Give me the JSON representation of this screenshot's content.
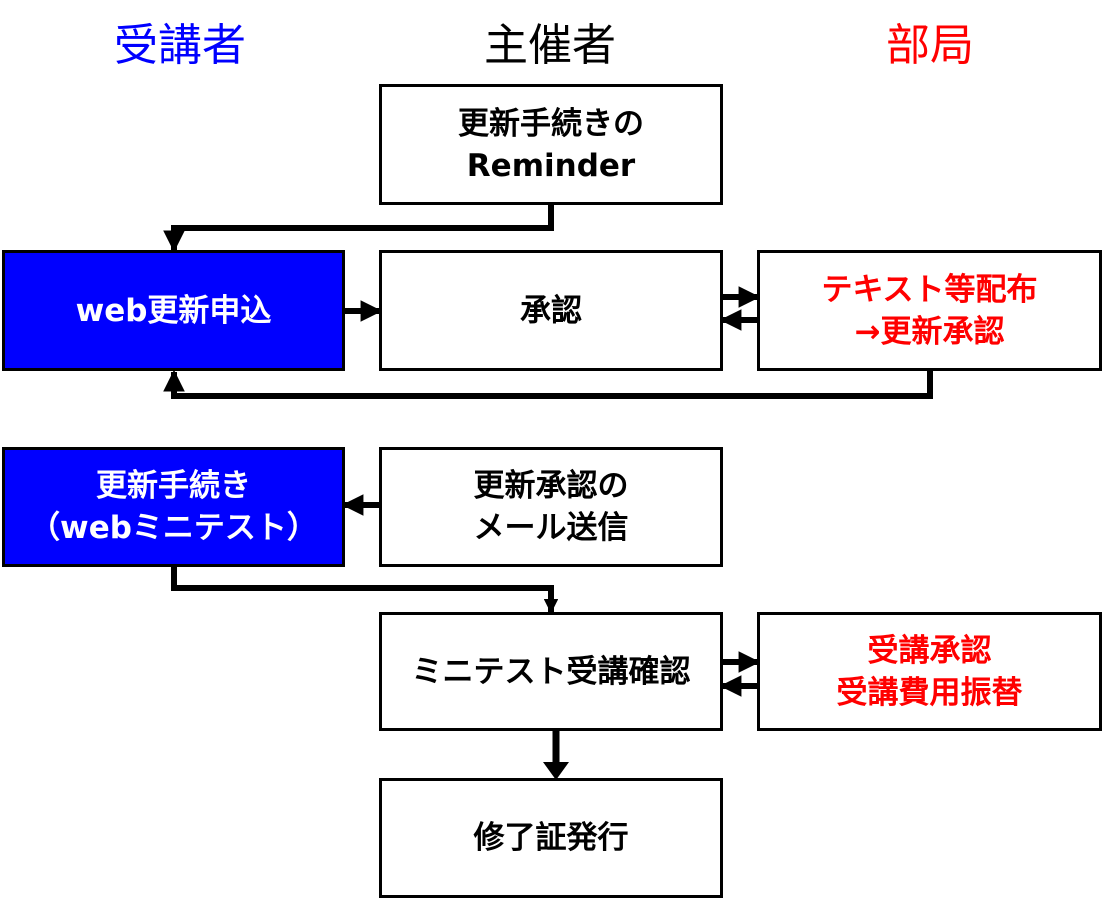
{
  "columns": {
    "trainee": "受講者",
    "organizer": "主催者",
    "department": "部局"
  },
  "boxes": {
    "reminder": {
      "lines": [
        "更新手続きの",
        "Reminder"
      ]
    },
    "web_apply": {
      "lines": [
        "web更新申込"
      ]
    },
    "approval": {
      "lines": [
        "承認"
      ]
    },
    "text_distribution": {
      "lines": [
        "テキスト等配布",
        "→更新承認"
      ]
    },
    "renewal_procedure": {
      "lines": [
        "更新手続き",
        "（webミニテスト）"
      ]
    },
    "approval_mail": {
      "lines": [
        "更新承認の",
        "メール送信"
      ]
    },
    "minitest_confirm": {
      "lines": [
        "ミニテスト受講確認"
      ]
    },
    "attendance_approval": {
      "lines": [
        "受講承認",
        "受講費用振替"
      ]
    },
    "certificate": {
      "lines": [
        "修了証発行"
      ]
    }
  },
  "colors": {
    "trainee": "#0000ff",
    "organizer": "#000000",
    "department": "#ff0000",
    "trainee_box_fill": "#0000ff",
    "trainee_box_text": "#ffffff",
    "department_box_text": "#ff0000",
    "border": "#000000"
  }
}
